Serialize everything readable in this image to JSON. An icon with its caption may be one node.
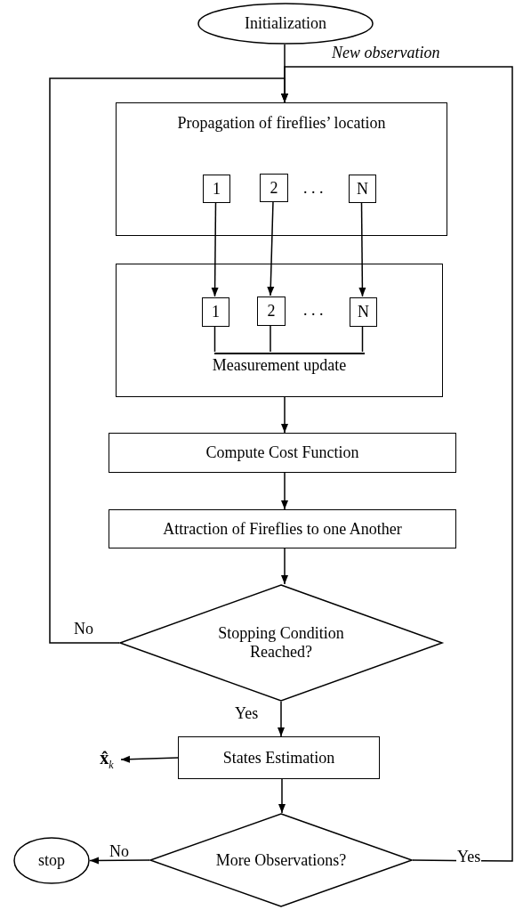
{
  "diagram": {
    "nodes": [
      {
        "text": [
          "Initialization"
        ]
      },
      {
        "text": [
          "Propagation of fireflies’ location"
        ]
      },
      {
        "text": [
          "1"
        ],
        "in": 1
      },
      {
        "text": [
          "2"
        ],
        "in": 1
      },
      {
        "text": [
          "N"
        ],
        "in": 1
      },
      {
        "text": [
          "Measurement update"
        ]
      },
      {
        "text": [
          "1"
        ],
        "in": 5
      },
      {
        "text": [
          "2"
        ],
        "in": 5
      },
      {
        "text": [
          "N"
        ],
        "in": 5
      },
      {
        "text": [
          "Compute Cost Function"
        ]
      },
      {
        "text": [
          "Attraction of Fireflies to one Another"
        ]
      },
      {
        "text": [
          "Stopping Condition Reached?"
        ]
      },
      {
        "text": [
          "States Estimation"
        ]
      },
      {
        "text": [
          "**x̂**$_{k}$"
        ]
      },
      {
        "text": [
          "More Observations?"
        ]
      },
      {
        "text": [
          "stop"
        ]
      },
      {
        "text": [],
        "shape": "bar",
        "in": 5
      }
    ],
    "edges": [
      {
        "from": 0,
        "to": 1,
        "arrow": "to"
      },
      {
        "from": 11,
        "to": 1,
        "arrow": "to",
        "label": "No"
      },
      {
        "from": 14,
        "to": 1,
        "arrow": "to",
        "label": "Yes"
      },
      {
        "from": 2,
        "to": 6,
        "arrow": "to"
      },
      {
        "from": 3,
        "to": 7,
        "arrow": "to"
      },
      {
        "from": 4,
        "to": 8,
        "arrow": "to"
      },
      {
        "from": 5,
        "to": 9,
        "arrow": "to"
      },
      {
        "from": 9,
        "to": 10,
        "arrow": "to"
      },
      {
        "from": 10,
        "to": 11,
        "arrow": "to"
      },
      {
        "from": 11,
        "to": 12,
        "arrow": "to",
        "label": "Yes"
      },
      {
        "from": 12,
        "to": 13,
        "arrow": "to"
      },
      {
        "from": 12,
        "to": 14,
        "arrow": "to"
      },
      {
        "from": 14,
        "to": 15,
        "arrow": "to",
        "label": "No"
      },
      {
        "from": 6,
        "to": 16,
        "arrow": "none"
      },
      {
        "from": 7,
        "to": 16,
        "arrow": "none"
      },
      {
        "from": 8,
        "to": 16,
        "arrow": "none"
      }
    ],
    "labels": [
      "New observation",
      ". . .",
      ". . ."
    ]
  }
}
